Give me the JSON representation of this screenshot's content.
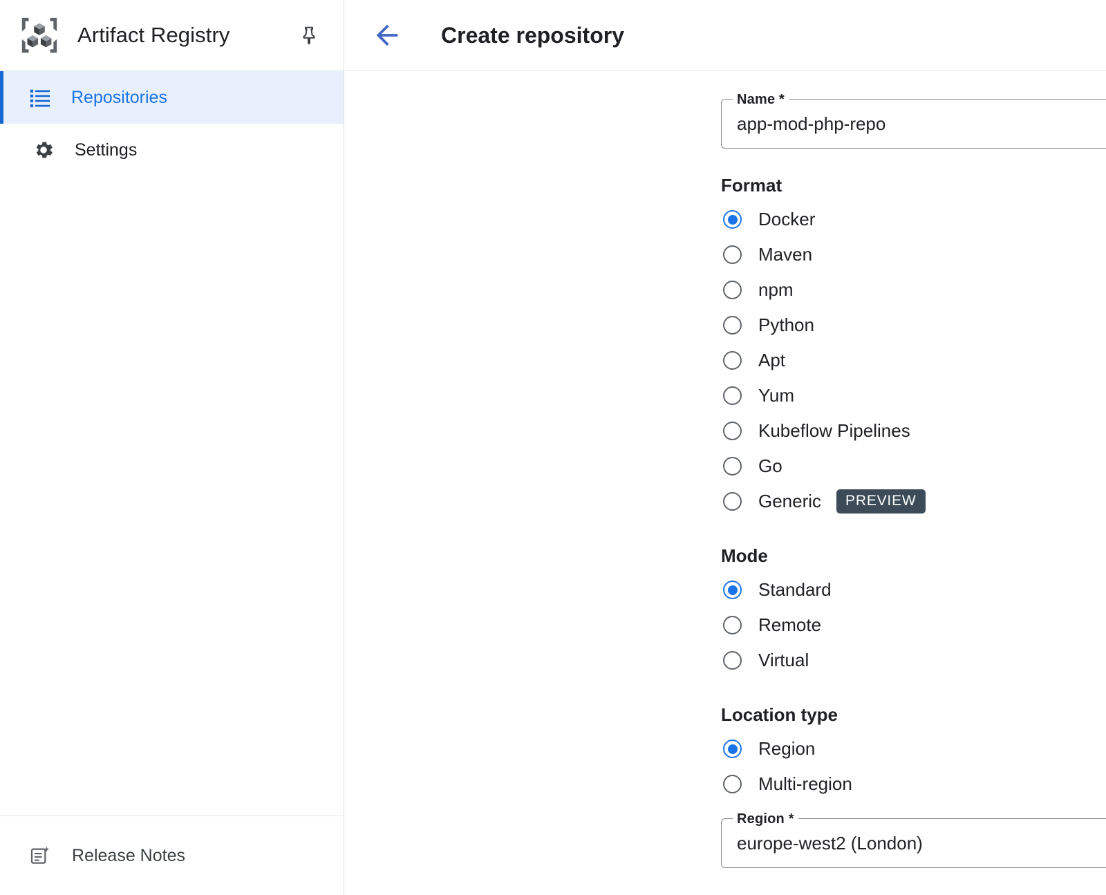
{
  "sidebar": {
    "brand": {
      "title": "Artifact Registry",
      "logo_icon": "artifact-registry-cubes-icon",
      "pin_icon": "pin-icon"
    },
    "items": [
      {
        "label": "Repositories",
        "icon": "list-icon",
        "selected": true
      },
      {
        "label": "Settings",
        "icon": "gear-icon",
        "selected": false
      }
    ],
    "footer": {
      "label": "Release Notes",
      "icon": "release-notes-icon"
    }
  },
  "header": {
    "title": "Create repository",
    "back_icon": "arrow-left-icon"
  },
  "form": {
    "name": {
      "label": "Name *",
      "value": "app-mod-php-repo",
      "placeholder": ""
    },
    "format": {
      "label": "Format",
      "selected": "Docker",
      "options": [
        {
          "label": "Docker",
          "badge": ""
        },
        {
          "label": "Maven",
          "badge": ""
        },
        {
          "label": "npm",
          "badge": ""
        },
        {
          "label": "Python",
          "badge": ""
        },
        {
          "label": "Apt",
          "badge": ""
        },
        {
          "label": "Yum",
          "badge": ""
        },
        {
          "label": "Kubeflow Pipelines",
          "badge": ""
        },
        {
          "label": "Go",
          "badge": ""
        },
        {
          "label": "Generic",
          "badge": "PREVIEW"
        }
      ]
    },
    "mode": {
      "label": "Mode",
      "selected": "Standard",
      "options": [
        {
          "label": "Standard"
        },
        {
          "label": "Remote"
        },
        {
          "label": "Virtual"
        }
      ]
    },
    "location_type": {
      "label": "Location type",
      "selected": "Region",
      "options": [
        {
          "label": "Region"
        },
        {
          "label": "Multi-region"
        }
      ]
    },
    "region": {
      "label": "Region *",
      "value": "europe-west2 (London)"
    }
  },
  "colors": {
    "accent_blue": "#1a73e8",
    "nav_selected_bg": "#e8f0fe",
    "nav_selected_bar": "#1967d2",
    "badge_bg": "#3c4b57",
    "field_border": "#80868b",
    "text_primary": "#202124"
  }
}
